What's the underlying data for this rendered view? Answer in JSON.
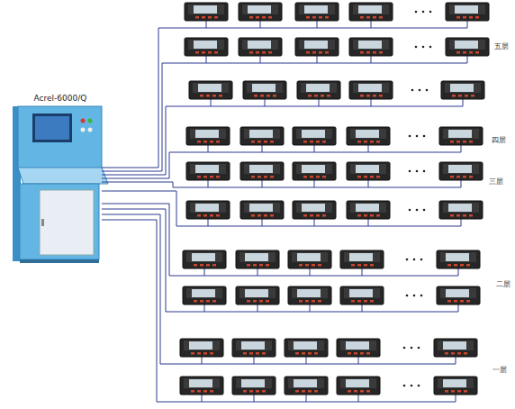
{
  "diagram": {
    "nodes": [
      {
        "text": [
          "Acrel-6000/Q"
        ]
      }
    ],
    "labels": [
      "五层",
      "四层",
      "三层",
      "二层",
      "一层"
    ]
  }
}
